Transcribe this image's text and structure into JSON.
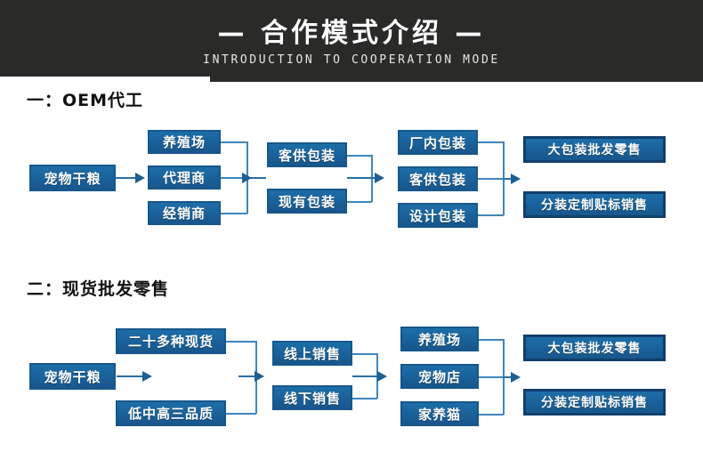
{
  "header": {
    "title_cn": "— 合作模式介绍 —",
    "title_en": "INTRODUCTION TO COOPERATION MODE",
    "bg_color": "#2a2a28"
  },
  "theme": {
    "box_fill": "#1a6099",
    "box_border": "#17578c",
    "box_border_strong": "#123f6b",
    "connector": "#2a6ea3",
    "text": "#ffffff"
  },
  "sections": [
    {
      "heading": "一：OEM代工",
      "columns": [
        {
          "name": "source",
          "items": [
            "宠物干粮"
          ]
        },
        {
          "name": "channel",
          "items": [
            "养殖场",
            "代理商",
            "经销商"
          ]
        },
        {
          "name": "packaging",
          "items": [
            "客供包装",
            "现有包装"
          ]
        },
        {
          "name": "packaging-type",
          "items": [
            "厂内包装",
            "客供包装",
            "设计包装"
          ]
        },
        {
          "name": "output",
          "items": [
            "大包装批发零售",
            "分装定制贴标销售"
          ]
        }
      ]
    },
    {
      "heading": "二：现货批发零售",
      "columns": [
        {
          "name": "source",
          "items": [
            "宠物干粮"
          ]
        },
        {
          "name": "stock",
          "items": [
            "二十多种现货",
            "低中高三品质"
          ]
        },
        {
          "name": "sales",
          "items": [
            "线上销售",
            "线下销售"
          ]
        },
        {
          "name": "customer",
          "items": [
            "养殖场",
            "宠物店",
            "家养猫"
          ]
        },
        {
          "name": "output",
          "items": [
            "大包装批发零售",
            "分装定制贴标销售"
          ]
        }
      ]
    }
  ]
}
